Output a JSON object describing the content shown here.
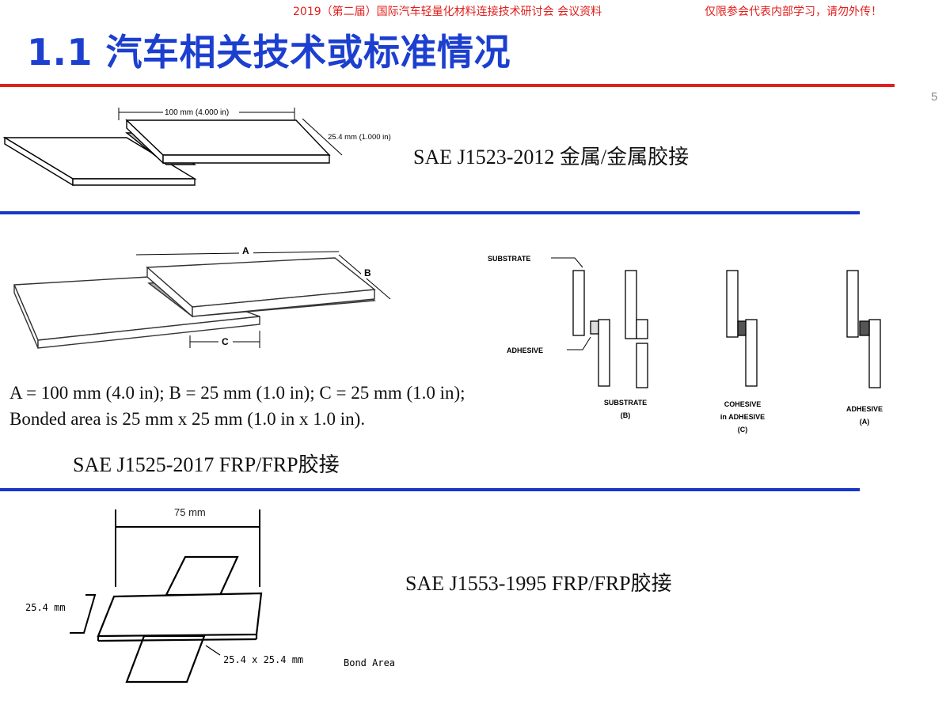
{
  "header": {
    "conference_note": "2019（第二届）国际汽车轻量化材料连接技术研讨会 会议资料",
    "restriction_note": "仅限参会代表内部学习，请勿外传！"
  },
  "slide": {
    "title": "1.1 汽车相关技术或标准情况",
    "page_number": "5"
  },
  "sections": {
    "j1523": {
      "caption": "SAE J1523-2012 金属/金属胶接",
      "dim_length": "100 mm (4.000 in)",
      "dim_width": "25.4 mm (1.000 in)"
    },
    "j1525": {
      "caption": "SAE J1525-2017 FRP/FRP胶接",
      "label_a": "A",
      "label_b": "B",
      "label_c": "C",
      "dimensions_text": "A = 100 mm (4.0 in); B = 25 mm (1.0 in); C = 25 mm (1.0 in); Bonded area is 25 mm x 25 mm (1.0 in x 1.0 in).",
      "failure_modes": {
        "substrate_top_label": "SUBSTRATE",
        "adhesive_label": "ADHESIVE",
        "mode_b_line1": "SUBSTRATE",
        "mode_b_line2": "(B)",
        "mode_c_line1": "COHESIVE",
        "mode_c_line2": "in ADHESIVE",
        "mode_c_line3": "(C)",
        "mode_a_line1": "ADHESIVE",
        "mode_a_line2": "(A)"
      }
    },
    "j1553": {
      "caption": "SAE J1553-1995 FRP/FRP胶接",
      "dim_length": "75 mm",
      "dim_width": "25.4 mm",
      "bond_size": "25.4 x 25.4 mm",
      "bond_label": "Bond Area"
    }
  },
  "colors": {
    "title_blue": "#1c3fd0",
    "header_red": "#e0201e",
    "rule_red": "#e0201e",
    "rule_blue": "#1a36c8"
  }
}
